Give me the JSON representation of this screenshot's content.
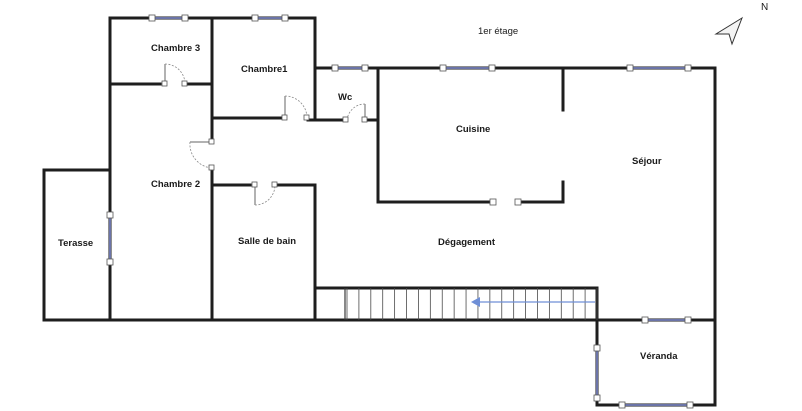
{
  "floor_title": "1er étage",
  "compass_label": "N",
  "rooms": {
    "chambre3": "Chambre  3",
    "chambre1": "Chambre1",
    "wc": "Wc",
    "cuisine": "Cuisine",
    "sejour": "Séjour",
    "chambre2": "Chambre 2",
    "terasse": "Terasse",
    "salle_de_bain": "Salle de bain",
    "degagement": "Dégagement",
    "veranda": "Véranda"
  },
  "colors": {
    "wall": "#1e1e1e",
    "window": "#6b74a8",
    "stair_arrow": "#6f8fd6"
  }
}
